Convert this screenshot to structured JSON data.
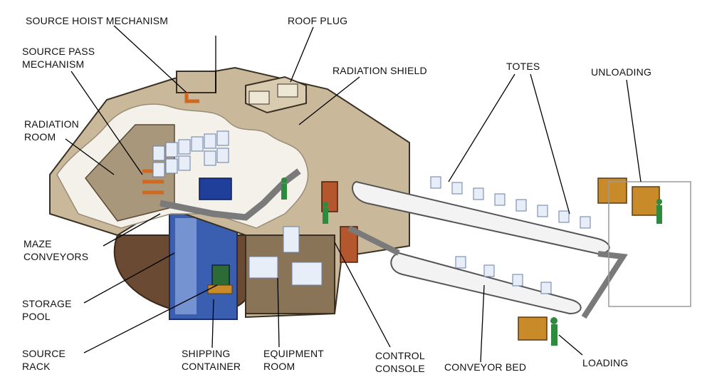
{
  "labels": {
    "source_hoist_mechanism": "SOURCE HOIST MECHANISM",
    "roof_plug": "ROOF  PLUG",
    "source_pass_mechanism_1": "SOURCE PASS",
    "source_pass_mechanism_2": "MECHANISM",
    "radiation_shield": "RADIATION SHIELD",
    "totes": "TOTES",
    "unloading": "UNLOADING",
    "radiation_room_1": "RADIATION",
    "radiation_room_2": "ROOM",
    "maze_conveyors_1": "MAZE",
    "maze_conveyors_2": "CONVEYORS",
    "storage_pool_1": "STORAGE",
    "storage_pool_2": "POOL",
    "source_rack_1": "SOURCE",
    "source_rack_2": "RACK",
    "shipping_container_1": "SHIPPING",
    "shipping_container_2": "CONTAINER",
    "equipment_room_1": "EQUIPMENT",
    "equipment_room_2": "ROOM",
    "control_console_1": "CONTROL",
    "control_console_2": "CONSOLE",
    "conveyor_bed": "CONVEYOR BED",
    "loading": "LOADING"
  },
  "colors": {
    "concrete": "#c9b99a",
    "concrete_dark": "#a8977a",
    "shield_fill": "#f4f1ea",
    "room_floor": "#6b4a33",
    "pool_water": "#3a5fb0",
    "pool_light": "#9db4e8",
    "tote": "#e8eef8",
    "conveyor": "#7a7a7a",
    "pallet": "#c98a2a",
    "worker": "#2e8a3c",
    "door": "#b5572e",
    "leader": "#000000"
  }
}
